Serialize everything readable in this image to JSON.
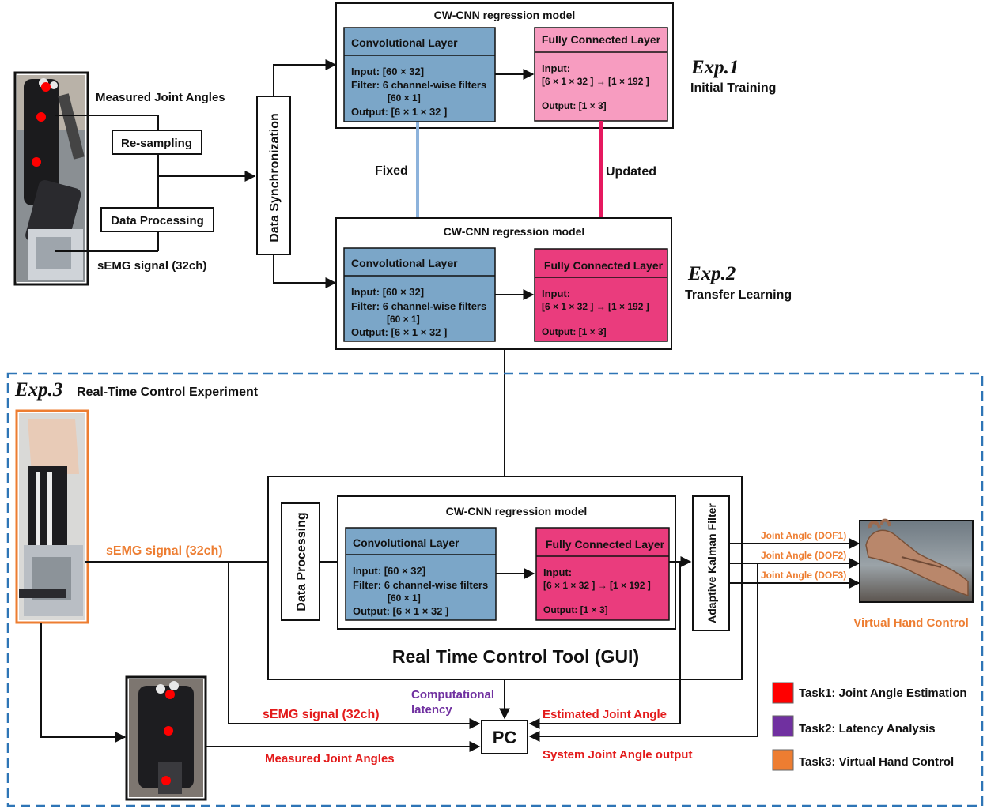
{
  "exp1": {
    "title": "Exp.1",
    "subtitle": "Initial Training",
    "model_title": "CW-CNN regression model"
  },
  "exp2": {
    "title": "Exp.2",
    "subtitle": "Transfer Learning",
    "model_title": "CW-CNN regression model"
  },
  "exp3": {
    "title": "Exp.3",
    "subtitle": "Real-Time Control Experiment",
    "model_title": "CW-CNN regression model",
    "gui_title": "Real Time Control Tool (GUI)"
  },
  "conv_layer": {
    "title": "Convolutional Layer",
    "input": "Input: [60 × 32]",
    "filter": "Filter: 6 channel-wise filters",
    "filter_size": "[60 × 1]",
    "output": "Output: [6 × 1 × 32 ]"
  },
  "fc_layer": {
    "title": "Fully Connected Layer",
    "input": "Input:",
    "input_shape": "[6 × 1 × 32 ] → [1 × 192 ]",
    "output": "Output: [1 × 3]",
    "output_alt": "Output: [1 × 3]"
  },
  "transfer": {
    "fixed": "Fixed",
    "updated": "Updated"
  },
  "preprocessing": {
    "measured_joint_angles": "Measured Joint Angles",
    "resampling": "Re-sampling",
    "data_processing": "Data Processing",
    "semg_signal": "sEMG signal (32ch)",
    "data_sync": "Data Synchronization"
  },
  "realtime": {
    "semg_signal": "sEMG signal (32ch)",
    "data_processing": "Data Processing",
    "kalman": "Adaptive Kalman Filter",
    "dof1": "Joint Angle (DOF1)",
    "dof2": "Joint Angle (DOF2)",
    "dof3": "Joint Angle (DOF3)",
    "virtual_hand": "Virtual Hand Control"
  },
  "pc": {
    "label": "PC",
    "computational": "Computational",
    "latency": "latency",
    "semg": "sEMG signal (32ch)",
    "estimated": "Estimated Joint Angle",
    "measured": "Measured Joint Angles",
    "system_output": "System Joint Angle output"
  },
  "legend": [
    {
      "label": "Task1: Joint Angle Estimation",
      "color": "#ff0000"
    },
    {
      "label": "Task2: Latency Analysis",
      "color": "#7030a0"
    },
    {
      "label": "Task3: Virtual Hand Control",
      "color": "#ed7d31"
    }
  ],
  "colors": {
    "conv": "#7ba6c8",
    "fc_light": "#f79cc0",
    "fc_dark": "#ea3c7d",
    "orange": "#ed7d31",
    "red": "#e31b1b",
    "purple": "#7030a0",
    "dashed_border": "#2e75b6",
    "fixed_arrow": "#8db3dc",
    "updated_arrow": "#e6185f"
  },
  "icons": {
    "glove_photo_1": "glove-arm-photo",
    "glove_photo_2": "bare-arm-photo",
    "glove_photo_3": "glove-hand-photo",
    "virtual_hand": "virtual-hand-render"
  }
}
